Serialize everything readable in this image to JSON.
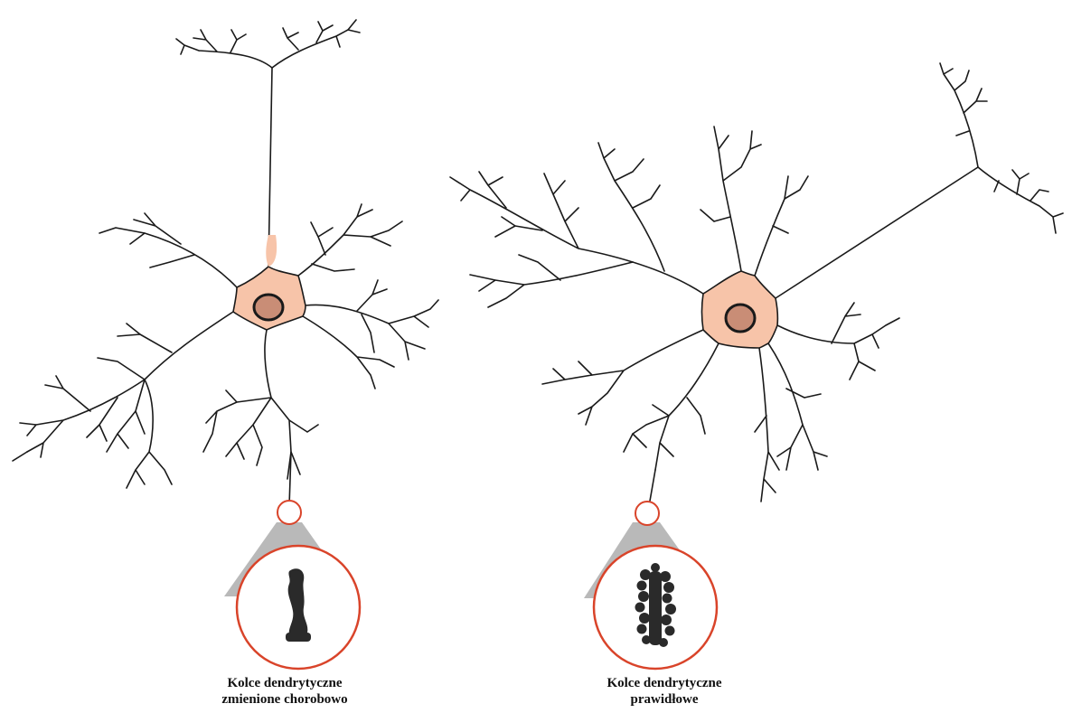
{
  "captions": {
    "left": {
      "line1": "Kolce dendrytyczne",
      "line2": "zmienione chorobowo"
    },
    "right": {
      "line1": "Kolce dendrytyczne",
      "line2": "prawidłowe"
    }
  },
  "colors": {
    "soma_fill": "#f7c4a9",
    "nucleus_fill": "#c98d76",
    "outline": "#1a1a1a",
    "magnifier_ring": "#d9442a",
    "magnifier_cone": "#b9b9b9",
    "spine": "#2a2a2a"
  }
}
